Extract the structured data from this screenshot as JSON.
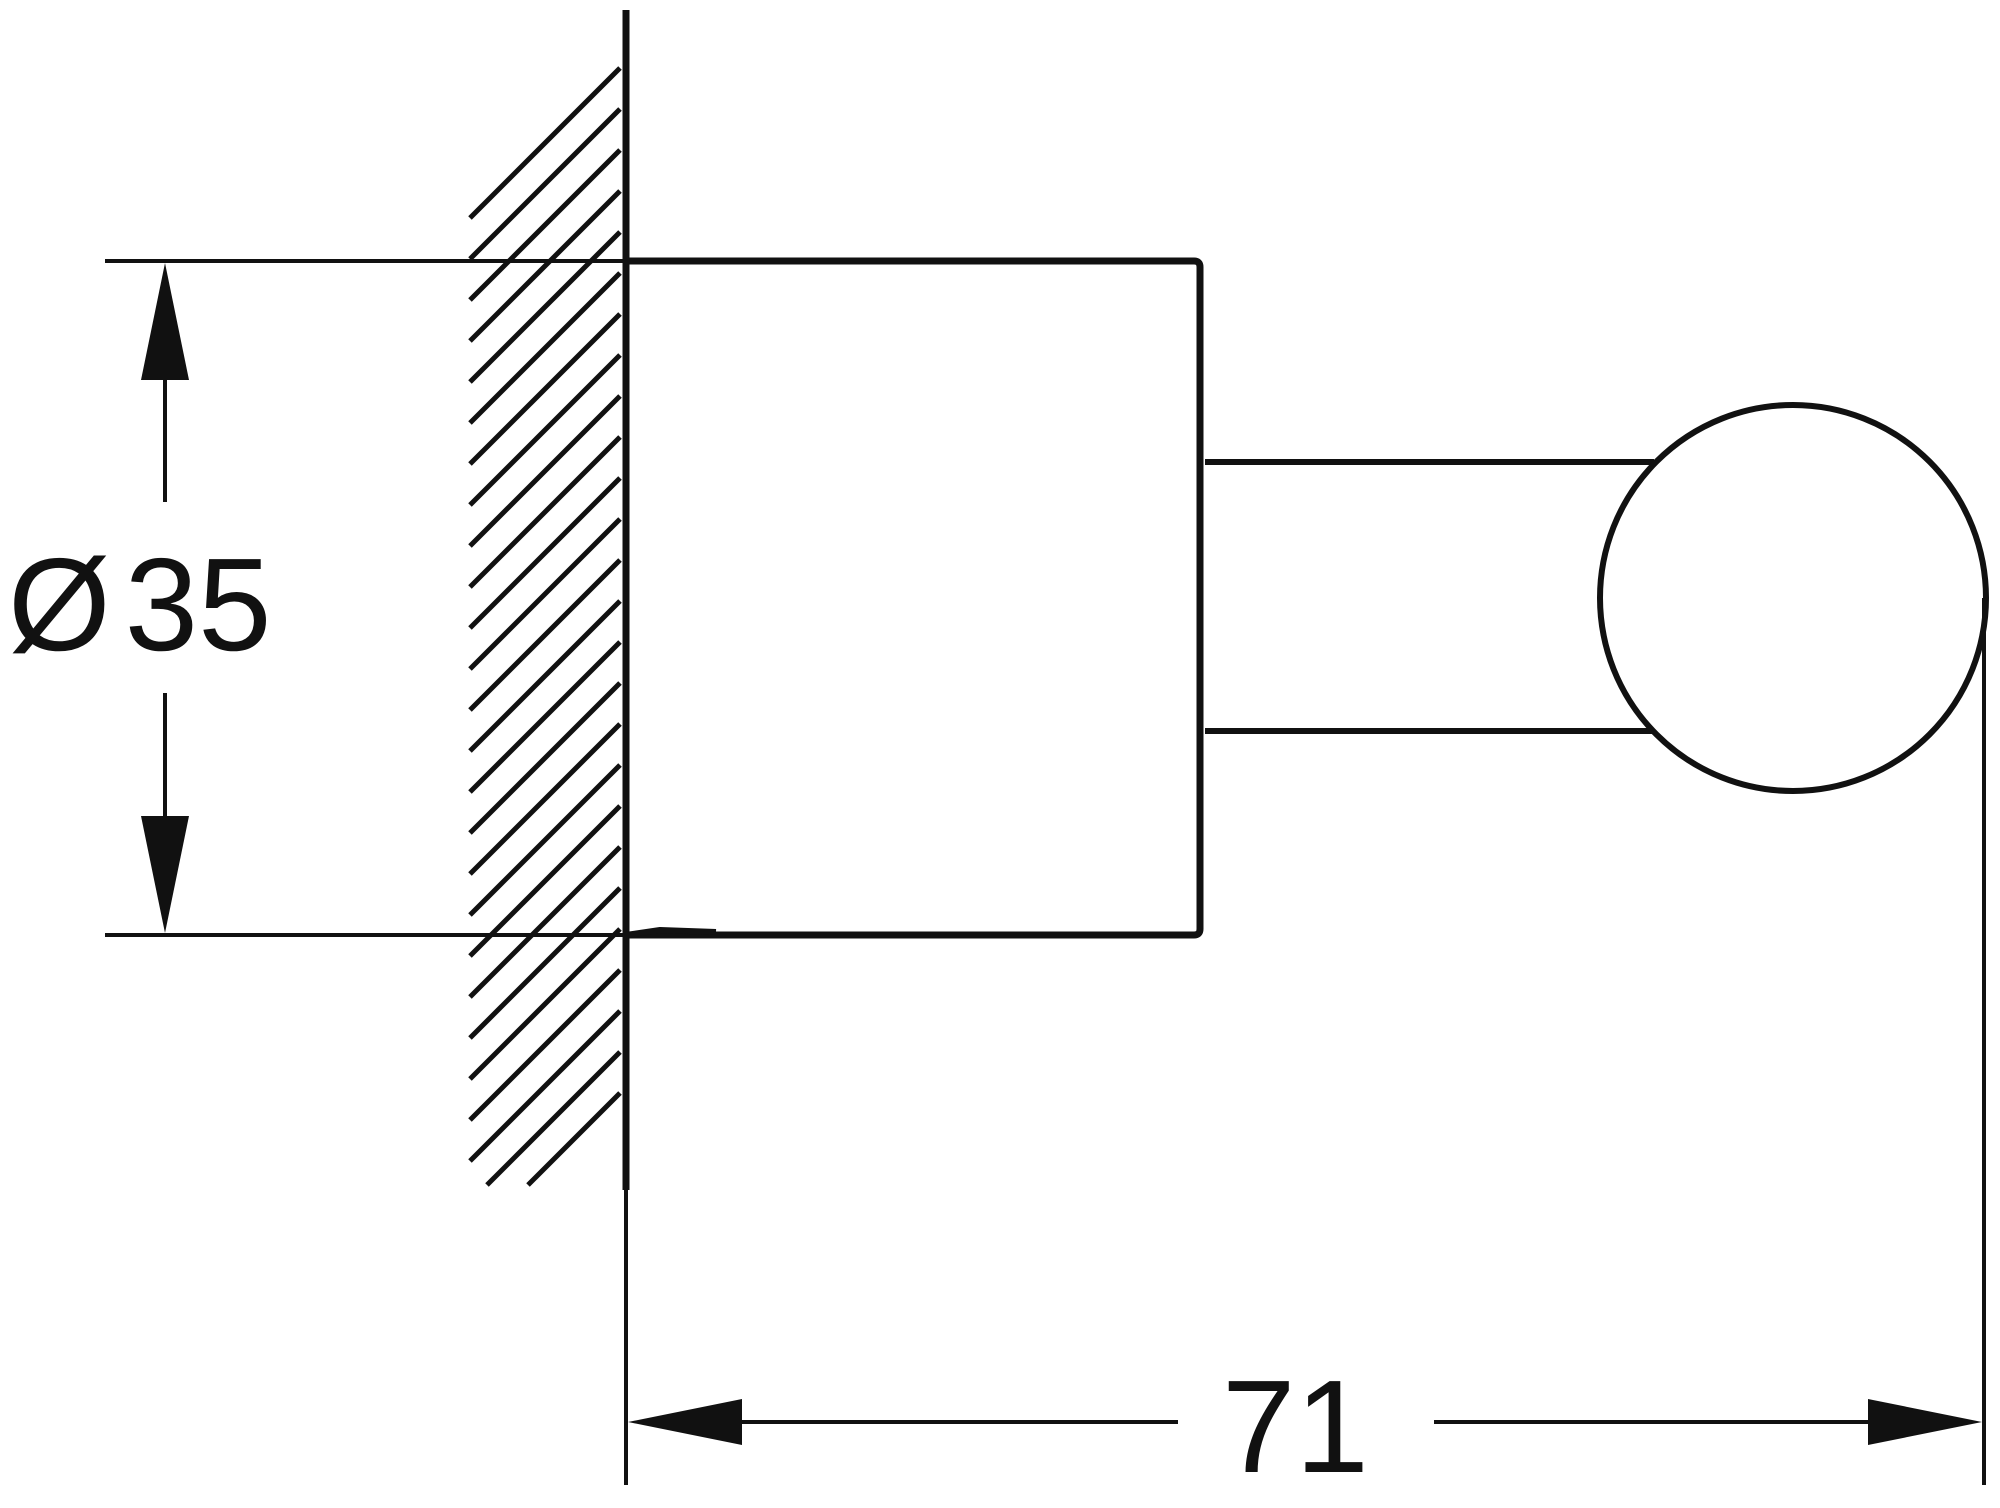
{
  "drawing": {
    "line_color": "#111111",
    "background": "#ffffff",
    "dimensions": {
      "diameter": {
        "prefix": "Ø",
        "value": "35"
      },
      "projection": {
        "value": "71"
      }
    }
  }
}
